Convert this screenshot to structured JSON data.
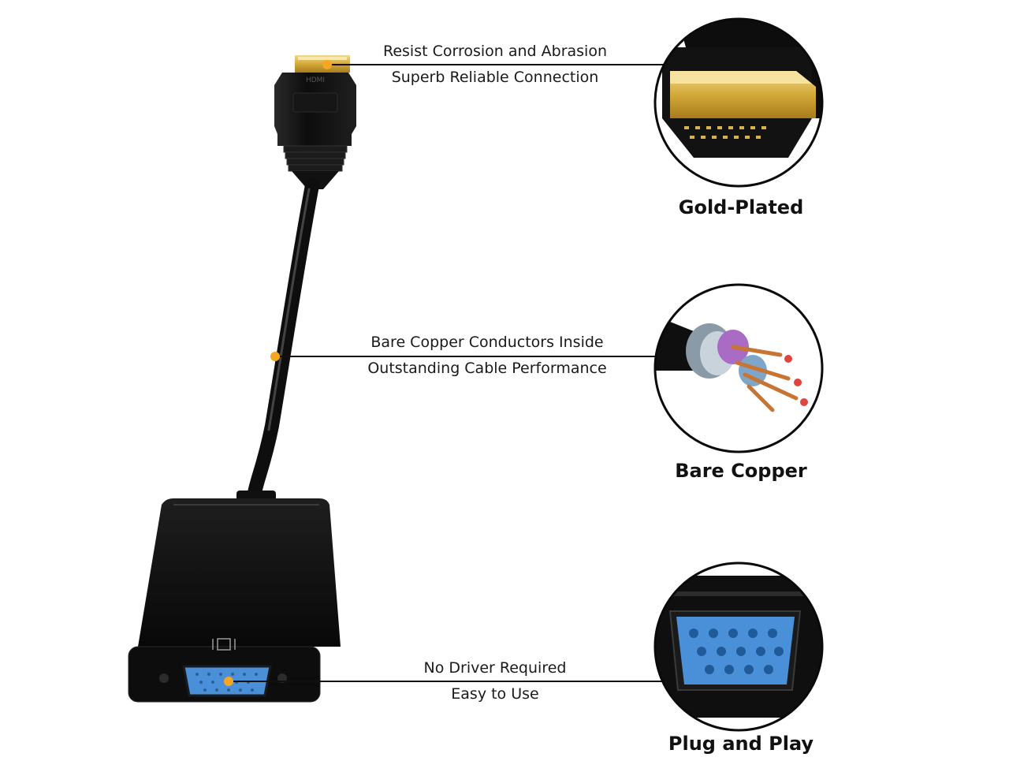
{
  "callouts": [
    {
      "line1": "Resist Corrosion and Abrasion",
      "line2": "Superb Reliable Connection",
      "title": "Gold-Plated"
    },
    {
      "line1": "Bare Copper Conductors Inside",
      "line2": "Outstanding Cable Performance",
      "title": "Bare Copper"
    },
    {
      "line1": "No Driver Required",
      "line2": "Easy to Use",
      "title": "Plug and Play"
    }
  ],
  "colors": {
    "marker": "#f5a623",
    "gold": "#d8b24a",
    "vga_blue": "#4a90d9",
    "body_black": "#141414"
  },
  "icons": [
    "hdmi-plug-icon",
    "vga-port-icon",
    "copper-wire-icon"
  ]
}
